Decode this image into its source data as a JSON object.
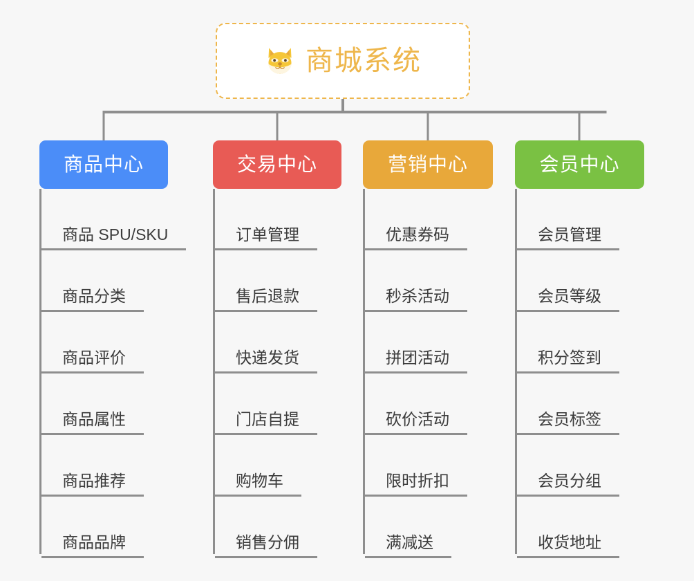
{
  "root": {
    "title": "商城系统",
    "icon": "shiba-dog-emoji",
    "border_color": "#eeb64b",
    "text_color": "#eeb64b"
  },
  "canvas": {
    "background": "#f7f7f7",
    "line_color": "#8e8e8e"
  },
  "branches": [
    {
      "label": "商品中心",
      "color": "#4b8df8",
      "leaves": [
        "商品 SPU/SKU",
        "商品分类",
        "商品评价",
        "商品属性",
        "商品推荐",
        "商品品牌"
      ]
    },
    {
      "label": "交易中心",
      "color": "#e85b55",
      "leaves": [
        "订单管理",
        "售后退款",
        "快递发货",
        "门店自提",
        "购物车",
        "销售分佣"
      ]
    },
    {
      "label": "营销中心",
      "color": "#e8a83a",
      "leaves": [
        "优惠券码",
        "秒杀活动",
        "拼团活动",
        "砍价活动",
        "限时折扣",
        "满减送"
      ]
    },
    {
      "label": "会员中心",
      "color": "#7ac143",
      "leaves": [
        "会员管理",
        "会员等级",
        "积分签到",
        "会员标签",
        "会员分组",
        "收货地址"
      ]
    }
  ]
}
